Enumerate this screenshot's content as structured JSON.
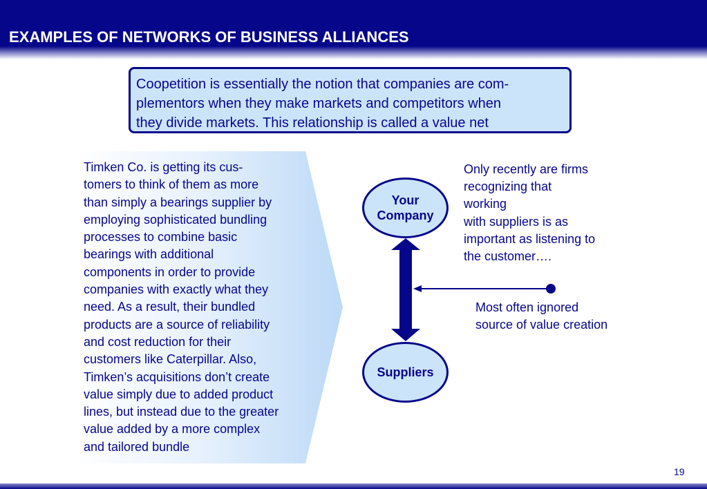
{
  "header": {
    "title": "EXAMPLES OF NETWORKS OF BUSINESS ALLIANCES"
  },
  "callout": {
    "lines": [
      "Coopetition is essentially the notion that companies are com-",
      "plementors when they make markets and competitors when",
      "they divide markets. This relationship is called a value net"
    ]
  },
  "left_panel": {
    "lines": [
      "Timken Co. is getting its cus-",
      "tomers to think of them as more",
      "than simply a bearings supplier by",
      "employing sophisticated bundling",
      "processes to combine basic",
      "bearings with additional",
      "components in order to provide",
      "companies with exactly what they",
      "need.  As a result, their bundled",
      "products are a source of reliability",
      "and cost reduction for their",
      "customers like Caterpillar.  Also,",
      "Timken’s acquisitions don’t create",
      "value simply due to added product",
      "lines, but instead due to the greater",
      "value added by a more complex",
      "and tailored bundle"
    ]
  },
  "diagram": {
    "top_node": {
      "line1": "Your",
      "line2": "Company"
    },
    "bottom_node": {
      "label": "Suppliers"
    },
    "right_top_lines": [
      "Only recently are firms",
      "recognizing that",
      "working",
      "with suppliers is as",
      "important as listening to",
      "the customer…."
    ],
    "right_bottom_lines": [
      "Most often ignored",
      "source of value creation"
    ]
  },
  "footer": {
    "page_number": "19"
  },
  "colors": {
    "brand": "#06068a",
    "fill": "#cce4fa"
  }
}
